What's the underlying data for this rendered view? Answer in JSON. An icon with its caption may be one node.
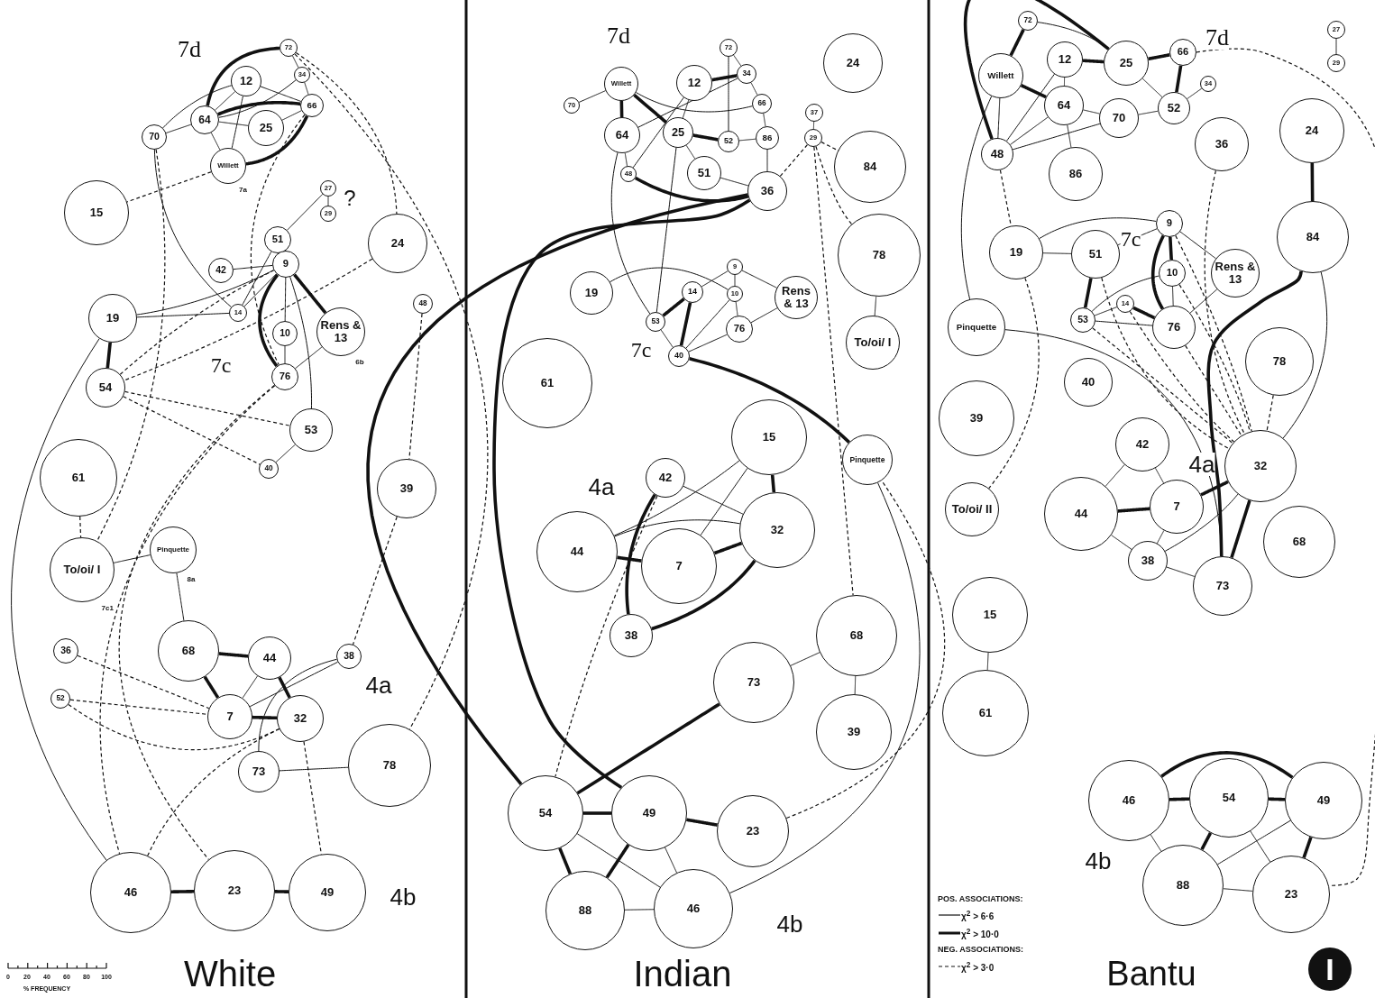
{
  "diagram": {
    "nodes": [
      {
        "text": [
          "72"
        ]
      },
      {
        "text": [
          "34"
        ]
      },
      {
        "text": [
          "12"
        ]
      },
      {
        "text": [
          "66"
        ]
      },
      {
        "text": [
          "64"
        ]
      },
      {
        "text": [
          "25"
        ]
      },
      {
        "text": [
          "70"
        ]
      },
      {
        "text": [
          "Willett"
        ],
        "beside": [
          "7a"
        ]
      },
      {
        "text": [
          "15"
        ]
      },
      {
        "text": [
          "27"
        ]
      },
      {
        "text": [
          "29"
        ]
      },
      {
        "text": [
          "51"
        ]
      },
      {
        "text": [
          "24"
        ]
      },
      {
        "text": [
          "42"
        ]
      },
      {
        "text": [
          "9"
        ]
      },
      {
        "text": [
          "14"
        ]
      },
      {
        "text": [
          "48"
        ]
      },
      {
        "text": [
          "19"
        ]
      },
      {
        "text": [
          "10"
        ]
      },
      {
        "text": [
          "Rens & 13"
        ],
        "beside": [
          "6b"
        ]
      },
      {
        "text": [
          "76"
        ]
      },
      {
        "text": [
          "54"
        ]
      },
      {
        "text": [
          "53"
        ]
      },
      {
        "text": [
          "40"
        ]
      },
      {
        "text": [
          "61"
        ]
      },
      {
        "text": [
          "39"
        ]
      },
      {
        "text": [
          "To/oi/ I"
        ],
        "beside": [
          "7c1"
        ]
      },
      {
        "text": [
          "Pinquette"
        ],
        "beside": [
          "8a"
        ]
      },
      {
        "text": [
          "36"
        ]
      },
      {
        "text": [
          "68"
        ]
      },
      {
        "text": [
          "44"
        ]
      },
      {
        "text": [
          "38"
        ]
      },
      {
        "text": [
          "52"
        ]
      },
      {
        "text": [
          "7"
        ]
      },
      {
        "text": [
          "32"
        ]
      },
      {
        "text": [
          "73"
        ]
      },
      {
        "text": [
          "78"
        ]
      },
      {
        "text": [
          "46"
        ]
      },
      {
        "text": [
          "23"
        ]
      },
      {
        "text": [
          "49"
        ]
      },
      {
        "text": [
          "Willett"
        ]
      },
      {
        "text": [
          "70"
        ]
      },
      {
        "text": [
          "72"
        ]
      },
      {
        "text": [
          "34"
        ]
      },
      {
        "text": [
          "12"
        ]
      },
      {
        "text": [
          "66"
        ]
      },
      {
        "text": [
          "25"
        ]
      },
      {
        "text": [
          "64"
        ]
      },
      {
        "text": [
          "52"
        ]
      },
      {
        "text": [
          "86"
        ]
      },
      {
        "text": [
          "37"
        ]
      },
      {
        "text": [
          "29"
        ]
      },
      {
        "text": [
          "24"
        ]
      },
      {
        "text": [
          "84"
        ]
      },
      {
        "text": [
          "48"
        ]
      },
      {
        "text": [
          "51"
        ]
      },
      {
        "text": [
          "36"
        ]
      },
      {
        "text": [
          "78"
        ]
      },
      {
        "text": [
          "19"
        ]
      },
      {
        "text": [
          "9"
        ]
      },
      {
        "text": [
          "14"
        ]
      },
      {
        "text": [
          "10"
        ]
      },
      {
        "text": [
          "Rens & 13"
        ]
      },
      {
        "text": [
          "53"
        ]
      },
      {
        "text": [
          "76"
        ]
      },
      {
        "text": [
          "40"
        ]
      },
      {
        "text": [
          "To/oi/ I"
        ]
      },
      {
        "text": [
          "61"
        ]
      },
      {
        "text": [
          "15"
        ]
      },
      {
        "text": [
          "42"
        ]
      },
      {
        "text": [
          "Pinquette"
        ]
      },
      {
        "text": [
          "44"
        ]
      },
      {
        "text": [
          "32"
        ]
      },
      {
        "text": [
          "7"
        ]
      },
      {
        "text": [
          "38"
        ]
      },
      {
        "text": [
          "73"
        ]
      },
      {
        "text": [
          "68"
        ]
      },
      {
        "text": [
          "39"
        ]
      },
      {
        "text": [
          "54"
        ]
      },
      {
        "text": [
          "49"
        ]
      },
      {
        "text": [
          "23"
        ]
      },
      {
        "text": [
          "88"
        ]
      },
      {
        "text": [
          "46"
        ]
      },
      {
        "text": [
          "72"
        ]
      },
      {
        "text": [
          "Willett"
        ]
      },
      {
        "text": [
          "12"
        ]
      },
      {
        "text": [
          "25"
        ]
      },
      {
        "text": [
          "66"
        ]
      },
      {
        "text": [
          "64"
        ]
      },
      {
        "text": [
          "70"
        ]
      },
      {
        "text": [
          "52"
        ]
      },
      {
        "text": [
          "34"
        ]
      },
      {
        "text": [
          "27"
        ]
      },
      {
        "text": [
          "29"
        ]
      },
      {
        "text": [
          "36"
        ]
      },
      {
        "text": [
          "24"
        ]
      },
      {
        "text": [
          "48"
        ]
      },
      {
        "text": [
          "86"
        ]
      },
      {
        "text": [
          "19"
        ]
      },
      {
        "text": [
          "51"
        ]
      },
      {
        "text": [
          "9"
        ]
      },
      {
        "text": [
          "10"
        ]
      },
      {
        "text": [
          "Rens & 13"
        ]
      },
      {
        "text": [
          "84"
        ]
      },
      {
        "text": [
          "14"
        ]
      },
      {
        "text": [
          "53"
        ]
      },
      {
        "text": [
          "76"
        ]
      },
      {
        "text": [
          "Pinquette"
        ]
      },
      {
        "text": [
          "78"
        ]
      },
      {
        "text": [
          "40"
        ]
      },
      {
        "text": [
          "39"
        ]
      },
      {
        "text": [
          "42"
        ]
      },
      {
        "text": [
          "32"
        ]
      },
      {
        "text": [
          "To/oi/ II"
        ]
      },
      {
        "text": [
          "44"
        ]
      },
      {
        "text": [
          "7"
        ]
      },
      {
        "text": [
          "68"
        ]
      },
      {
        "text": [
          "38"
        ]
      },
      {
        "text": [
          "73"
        ]
      },
      {
        "text": [
          "15"
        ]
      },
      {
        "text": [
          "61"
        ]
      },
      {
        "text": [
          "46"
        ]
      },
      {
        "text": [
          "54"
        ]
      },
      {
        "text": [
          "49"
        ]
      },
      {
        "text": [
          "88"
        ]
      },
      {
        "text": [
          "23"
        ]
      }
    ],
    "edges": [
      {
        "from": 0,
        "to": 1,
        "arrow": "none"
      },
      {
        "from": 0,
        "to": 4,
        "arrow": "none",
        "style": "thick"
      },
      {
        "from": 1,
        "to": 3,
        "arrow": "none"
      },
      {
        "from": 1,
        "to": 4,
        "arrow": "none"
      },
      {
        "from": 2,
        "to": 4,
        "arrow": "none"
      },
      {
        "from": 2,
        "to": 3,
        "arrow": "none"
      },
      {
        "from": 6,
        "to": 2,
        "arrow": "none"
      },
      {
        "from": 6,
        "to": 4,
        "arrow": "none"
      },
      {
        "from": 4,
        "to": 5,
        "arrow": "none"
      },
      {
        "from": 4,
        "to": 7,
        "arrow": "none"
      },
      {
        "from": 4,
        "to": 3,
        "arrow": "none",
        "style": "thick"
      },
      {
        "from": 5,
        "to": 3,
        "arrow": "none"
      },
      {
        "from": 7,
        "to": 3,
        "arrow": "none",
        "style": "thick"
      },
      {
        "from": 7,
        "to": 2,
        "arrow": "none"
      },
      {
        "from": 6,
        "to": 15,
        "arrow": "none"
      },
      {
        "from": 9,
        "to": 10,
        "arrow": "none"
      },
      {
        "from": 9,
        "to": 11,
        "arrow": "none"
      },
      {
        "from": 11,
        "to": 15,
        "arrow": "none"
      },
      {
        "from": 13,
        "to": 14,
        "arrow": "none"
      },
      {
        "from": 15,
        "to": 14,
        "arrow": "none"
      },
      {
        "from": 17,
        "to": 14,
        "arrow": "none"
      },
      {
        "from": 17,
        "to": 15,
        "arrow": "none"
      },
      {
        "from": 14,
        "to": 18,
        "arrow": "none"
      },
      {
        "from": 14,
        "to": 19,
        "arrow": "none",
        "style": "thick"
      },
      {
        "from": 14,
        "to": 20,
        "arrow": "none",
        "style": "thick"
      },
      {
        "from": 18,
        "to": 20,
        "arrow": "none"
      },
      {
        "from": 19,
        "to": 20,
        "arrow": "none"
      },
      {
        "from": 14,
        "to": 22,
        "arrow": "none"
      },
      {
        "from": 22,
        "to": 23,
        "arrow": "none"
      },
      {
        "from": 17,
        "to": 21,
        "arrow": "none",
        "style": "thick"
      },
      {
        "from": 17,
        "to": 37,
        "arrow": "none"
      },
      {
        "from": 26,
        "to": 27,
        "arrow": "none"
      },
      {
        "from": 27,
        "to": 29,
        "arrow": "none"
      },
      {
        "from": 29,
        "to": 30,
        "arrow": "none",
        "style": "thick"
      },
      {
        "from": 29,
        "to": 33,
        "arrow": "none",
        "style": "thick"
      },
      {
        "from": 30,
        "to": 33,
        "arrow": "none"
      },
      {
        "from": 30,
        "to": 34,
        "arrow": "none",
        "style": "thick"
      },
      {
        "from": 33,
        "to": 34,
        "arrow": "none",
        "style": "thick"
      },
      {
        "from": 31,
        "to": 33,
        "arrow": "none"
      },
      {
        "from": 31,
        "to": 35,
        "arrow": "none"
      },
      {
        "from": 35,
        "to": 36,
        "arrow": "none"
      },
      {
        "from": 37,
        "to": 38,
        "arrow": "none",
        "style": "thick"
      },
      {
        "from": 38,
        "to": 39,
        "arrow": "none",
        "style": "thick"
      },
      {
        "from": 7,
        "to": 8,
        "arrow": "none",
        "style": "dashed"
      },
      {
        "from": 6,
        "to": 26,
        "arrow": "none",
        "style": "dashed"
      },
      {
        "from": 21,
        "to": 22,
        "arrow": "none",
        "style": "dashed"
      },
      {
        "from": 21,
        "to": 23,
        "arrow": "none",
        "style": "dashed"
      },
      {
        "from": 21,
        "to": 14,
        "arrow": "none",
        "style": "dashed"
      },
      {
        "from": 24,
        "to": 26,
        "arrow": "none",
        "style": "dashed"
      },
      {
        "from": 12,
        "to": 21,
        "arrow": "none",
        "style": "dashed"
      },
      {
        "from": 0,
        "to": 12,
        "arrow": "none",
        "style": "dashed"
      },
      {
        "from": 0,
        "to": 36,
        "arrow": "none",
        "style": "dashed"
      },
      {
        "from": 16,
        "to": 25,
        "arrow": "none",
        "style": "dashed"
      },
      {
        "from": 25,
        "to": 31,
        "arrow": "none",
        "style": "dashed"
      },
      {
        "from": 28,
        "to": 33,
        "arrow": "none",
        "style": "dashed"
      },
      {
        "from": 32,
        "to": 33,
        "arrow": "none",
        "style": "dashed"
      },
      {
        "from": 32,
        "to": 34,
        "arrow": "none",
        "style": "dashed"
      },
      {
        "from": 3,
        "to": 20,
        "arrow": "none",
        "style": "dashed"
      },
      {
        "from": 20,
        "to": 37,
        "arrow": "none",
        "style": "dashed"
      },
      {
        "from": 20,
        "to": 38,
        "arrow": "none",
        "style": "dashed"
      },
      {
        "from": 34,
        "to": 39,
        "arrow": "none",
        "style": "dashed"
      },
      {
        "from": 34,
        "to": 37,
        "arrow": "none",
        "style": "dashed"
      },
      {
        "from": 40,
        "to": 41,
        "arrow": "none"
      },
      {
        "from": 40,
        "to": 47,
        "arrow": "none",
        "style": "thick"
      },
      {
        "from": 40,
        "to": 46,
        "arrow": "none",
        "style": "thick"
      },
      {
        "from": 44,
        "to": 43,
        "arrow": "none",
        "style": "thick"
      },
      {
        "from": 42,
        "to": 43,
        "arrow": "none"
      },
      {
        "from": 42,
        "to": 48,
        "arrow": "none"
      },
      {
        "from": 43,
        "to": 45,
        "arrow": "none"
      },
      {
        "from": 43,
        "to": 47,
        "arrow": "none"
      },
      {
        "from": 44,
        "to": 46,
        "arrow": "none"
      },
      {
        "from": 45,
        "to": 49,
        "arrow": "none"
      },
      {
        "from": 46,
        "to": 48,
        "arrow": "none",
        "style": "thick"
      },
      {
        "from": 46,
        "to": 55,
        "arrow": "none"
      },
      {
        "from": 47,
        "to": 54,
        "arrow": "none"
      },
      {
        "from": 54,
        "to": 56,
        "arrow": "none",
        "style": "thick"
      },
      {
        "from": 48,
        "to": 49,
        "arrow": "none"
      },
      {
        "from": 49,
        "to": 56,
        "arrow": "none"
      },
      {
        "from": 50,
        "to": 51,
        "arrow": "none"
      },
      {
        "from": 44,
        "to": 54,
        "arrow": "none"
      },
      {
        "from": 55,
        "to": 56,
        "arrow": "none"
      },
      {
        "from": 40,
        "to": 45,
        "arrow": "none"
      },
      {
        "from": 56,
        "to": 78,
        "arrow": "none",
        "style": "thick"
      },
      {
        "from": 47,
        "to": 63,
        "arrow": "none"
      },
      {
        "from": 46,
        "to": 63,
        "arrow": "none"
      },
      {
        "from": 59,
        "to": 60,
        "arrow": "none"
      },
      {
        "from": 59,
        "to": 61,
        "arrow": "none"
      },
      {
        "from": 59,
        "to": 62,
        "arrow": "none"
      },
      {
        "from": 58,
        "to": 61,
        "arrow": "none"
      },
      {
        "from": 60,
        "to": 63,
        "arrow": "none",
        "style": "thick"
      },
      {
        "from": 60,
        "to": 65,
        "arrow": "none",
        "style": "thick"
      },
      {
        "from": 61,
        "to": 65,
        "arrow": "none"
      },
      {
        "from": 61,
        "to": 64,
        "arrow": "none"
      },
      {
        "from": 62,
        "to": 64,
        "arrow": "none"
      },
      {
        "from": 63,
        "to": 65,
        "arrow": "none"
      },
      {
        "from": 64,
        "to": 65,
        "arrow": "none"
      },
      {
        "from": 65,
        "to": 70,
        "arrow": "none",
        "style": "thick"
      },
      {
        "from": 70,
        "to": 82,
        "arrow": "none"
      },
      {
        "from": 56,
        "to": 79,
        "arrow": "none",
        "style": "thick"
      },
      {
        "from": 69,
        "to": 72,
        "arrow": "none"
      },
      {
        "from": 68,
        "to": 71,
        "arrow": "none"
      },
      {
        "from": 68,
        "to": 72,
        "arrow": "none",
        "style": "thick"
      },
      {
        "from": 68,
        "to": 73,
        "arrow": "none"
      },
      {
        "from": 71,
        "to": 73,
        "arrow": "none",
        "style": "thick"
      },
      {
        "from": 73,
        "to": 72,
        "arrow": "none",
        "style": "thick"
      },
      {
        "from": 71,
        "to": 72,
        "arrow": "none"
      },
      {
        "from": 74,
        "to": 69,
        "arrow": "none",
        "style": "thick"
      },
      {
        "from": 74,
        "to": 72,
        "arrow": "none",
        "style": "thick"
      },
      {
        "from": 75,
        "to": 78,
        "arrow": "none",
        "style": "thick"
      },
      {
        "from": 75,
        "to": 76,
        "arrow": "none"
      },
      {
        "from": 76,
        "to": 77,
        "arrow": "none"
      },
      {
        "from": 78,
        "to": 79,
        "arrow": "none",
        "style": "thick"
      },
      {
        "from": 79,
        "to": 80,
        "arrow": "none",
        "style": "thick"
      },
      {
        "from": 78,
        "to": 81,
        "arrow": "none",
        "style": "thick"
      },
      {
        "from": 79,
        "to": 81,
        "arrow": "none",
        "style": "thick"
      },
      {
        "from": 79,
        "to": 82,
        "arrow": "none"
      },
      {
        "from": 81,
        "to": 82,
        "arrow": "none"
      },
      {
        "from": 78,
        "to": 82,
        "arrow": "none"
      },
      {
        "from": 66,
        "to": 57,
        "arrow": "none"
      },
      {
        "from": 51,
        "to": 53,
        "arrow": "none",
        "style": "dashed"
      },
      {
        "from": 51,
        "to": 57,
        "arrow": "none",
        "style": "dashed"
      },
      {
        "from": 51,
        "to": 56,
        "arrow": "none",
        "style": "dashed"
      },
      {
        "from": 51,
        "to": 76,
        "arrow": "none",
        "style": "dashed"
      },
      {
        "from": 69,
        "to": 78,
        "arrow": "none",
        "style": "dashed"
      },
      {
        "from": 80,
        "to": 70,
        "arrow": "none",
        "style": "dashed"
      },
      {
        "from": 83,
        "to": 84,
        "arrow": "none",
        "style": "thick"
      },
      {
        "from": 83,
        "to": 86,
        "arrow": "none"
      },
      {
        "from": 84,
        "to": 96,
        "arrow": "none"
      },
      {
        "from": 84,
        "to": 88,
        "arrow": "none",
        "style": "thick"
      },
      {
        "from": 85,
        "to": 86,
        "arrow": "none",
        "style": "thick"
      },
      {
        "from": 85,
        "to": 88,
        "arrow": "none"
      },
      {
        "from": 86,
        "to": 87,
        "arrow": "none",
        "style": "thick"
      },
      {
        "from": 86,
        "to": 90,
        "arrow": "none"
      },
      {
        "from": 88,
        "to": 89,
        "arrow": "none"
      },
      {
        "from": 88,
        "to": 97,
        "arrow": "none"
      },
      {
        "from": 89,
        "to": 90,
        "arrow": "none"
      },
      {
        "from": 87,
        "to": 90,
        "arrow": "none",
        "style": "thick"
      },
      {
        "from": 90,
        "to": 91,
        "arrow": "none"
      },
      {
        "from": 96,
        "to": 88,
        "arrow": "none"
      },
      {
        "from": 96,
        "to": 89,
        "arrow": "none"
      },
      {
        "from": 96,
        "to": 85,
        "arrow": "none"
      },
      {
        "from": 96,
        "to": 86,
        "arrow": "none",
        "style": "thick"
      },
      {
        "from": 84,
        "to": 107,
        "arrow": "none"
      },
      {
        "from": 95,
        "to": 103,
        "arrow": "none",
        "style": "thick"
      },
      {
        "from": 92,
        "to": 93,
        "arrow": "none"
      },
      {
        "from": 98,
        "to": 99,
        "arrow": "none"
      },
      {
        "from": 98,
        "to": 100,
        "arrow": "none"
      },
      {
        "from": 99,
        "to": 105,
        "arrow": "none",
        "style": "thick"
      },
      {
        "from": 99,
        "to": 100,
        "arrow": "none"
      },
      {
        "from": 100,
        "to": 101,
        "arrow": "none",
        "style": "thick"
      },
      {
        "from": 100,
        "to": 102,
        "arrow": "none"
      },
      {
        "from": 100,
        "to": 106,
        "arrow": "none",
        "style": "thick"
      },
      {
        "from": 101,
        "to": 106,
        "arrow": "none"
      },
      {
        "from": 101,
        "to": 105,
        "arrow": "none"
      },
      {
        "from": 104,
        "to": 105,
        "arrow": "none"
      },
      {
        "from": 105,
        "to": 106,
        "arrow": "none"
      },
      {
        "from": 104,
        "to": 106,
        "arrow": "none",
        "style": "thick"
      },
      {
        "from": 102,
        "to": 106,
        "arrow": "none"
      },
      {
        "from": 107,
        "to": 118,
        "arrow": "none"
      },
      {
        "from": 103,
        "to": 118,
        "arrow": "none",
        "style": "thick"
      },
      {
        "from": 103,
        "to": 112,
        "arrow": "none"
      },
      {
        "from": 111,
        "to": 114,
        "arrow": "none"
      },
      {
        "from": 111,
        "to": 115,
        "arrow": "none"
      },
      {
        "from": 114,
        "to": 115,
        "arrow": "none",
        "style": "thick"
      },
      {
        "from": 115,
        "to": 117,
        "arrow": "none"
      },
      {
        "from": 114,
        "to": 117,
        "arrow": "none"
      },
      {
        "from": 115,
        "to": 112,
        "arrow": "none",
        "style": "thick"
      },
      {
        "from": 112,
        "to": 118,
        "arrow": "none",
        "style": "thick"
      },
      {
        "from": 112,
        "to": 117,
        "arrow": "none"
      },
      {
        "from": 117,
        "to": 118,
        "arrow": "none"
      },
      {
        "from": 119,
        "to": 120,
        "arrow": "none"
      },
      {
        "from": 121,
        "to": 122,
        "arrow": "none",
        "style": "thick"
      },
      {
        "from": 122,
        "to": 123,
        "arrow": "none",
        "style": "thick"
      },
      {
        "from": 121,
        "to": 124,
        "arrow": "none"
      },
      {
        "from": 122,
        "to": 124,
        "arrow": "none",
        "style": "thick"
      },
      {
        "from": 122,
        "to": 125,
        "arrow": "none"
      },
      {
        "from": 123,
        "to": 125,
        "arrow": "none",
        "style": "thick"
      },
      {
        "from": 123,
        "to": 124,
        "arrow": "none"
      },
      {
        "from": 124,
        "to": 125,
        "arrow": "none"
      },
      {
        "from": 121,
        "to": 123,
        "arrow": "none",
        "style": "thick"
      },
      {
        "from": 96,
        "to": 98,
        "arrow": "none",
        "style": "dashed"
      },
      {
        "from": 100,
        "to": 112,
        "arrow": "none",
        "style": "dashed"
      },
      {
        "from": 106,
        "to": 112,
        "arrow": "none",
        "style": "dashed"
      },
      {
        "from": 105,
        "to": 112,
        "arrow": "none",
        "style": "dashed"
      },
      {
        "from": 104,
        "to": 112,
        "arrow": "none",
        "style": "dashed"
      },
      {
        "from": 101,
        "to": 112,
        "arrow": "none",
        "style": "dashed"
      },
      {
        "from": 99,
        "to": 112,
        "arrow": "none",
        "style": "dashed"
      },
      {
        "from": 98,
        "to": 113,
        "arrow": "none",
        "style": "dashed"
      },
      {
        "from": 94,
        "to": 112,
        "arrow": "none",
        "style": "dashed"
      },
      {
        "from": 87,
        "to": 125,
        "arrow": "none",
        "style": "dashed"
      },
      {
        "from": 108,
        "to": 112,
        "arrow": "none",
        "style": "dashed"
      }
    ],
    "labels": [
      "7d",
      "?",
      "7c",
      "4a",
      "4b",
      "0",
      "20",
      "40",
      "60",
      "80",
      "100",
      "% FREQUENCY",
      "White",
      "7d",
      "7c",
      "4a",
      "4b",
      "Indian",
      "7d",
      "7c",
      "4a",
      "4b",
      "POS. ASSOCIATIONS:",
      "NEG. ASSOCIATIONS:",
      "Bantu",
      "I"
    ],
    "legend": [
      {
        "text": "χ$^{2}$ > 6·6"
      },
      {
        "text": "χ$^{2}$ > 10·0"
      },
      {
        "text": "χ$^{2}$ > 3·0"
      }
    ]
  }
}
